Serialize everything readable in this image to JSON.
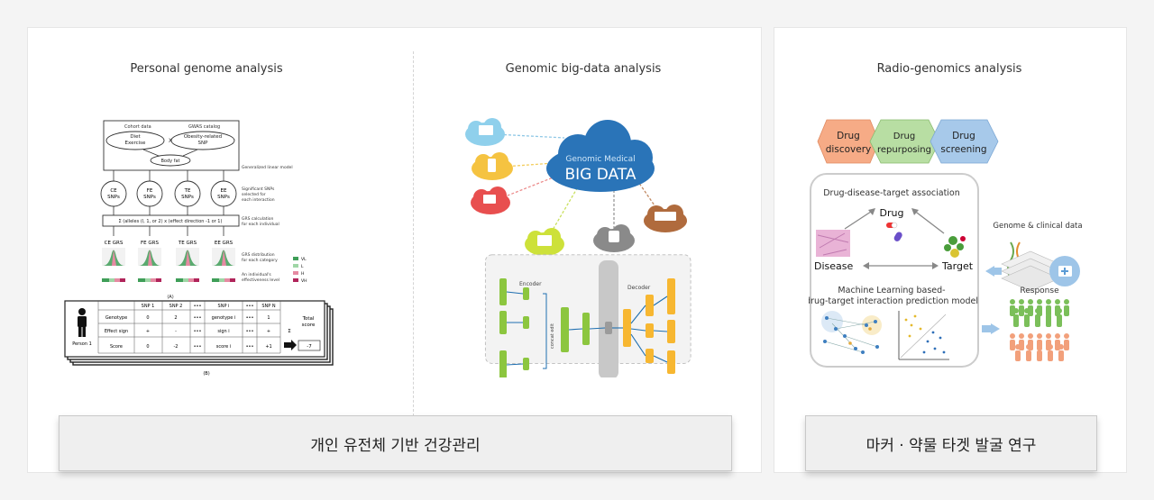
{
  "personal": {
    "title": "Personal genome analysis",
    "cohort_data": "Cohort data",
    "gwas_catalog": "GWAS catalog",
    "diet_exercise": [
      "Diet",
      "Exercise"
    ],
    "obesity_snp": [
      "Obesity-related",
      "SNP"
    ],
    "multiply": "X",
    "body_fat": "Body fat",
    "glm": "Generalized linear model",
    "snp_groups": [
      [
        "CE",
        "SNPs"
      ],
      [
        "FE",
        "SNPs"
      ],
      [
        "TE",
        "SNPs"
      ],
      [
        "EE",
        "SNPs"
      ]
    ],
    "significant_note": [
      "Significant SNPs",
      "selected for",
      "each interaction"
    ],
    "formula": "Σ (alleles (l, 1, or 2) x (effect direction -1 or 1)",
    "grs_calc": [
      "GRS calculation",
      "for each individual"
    ],
    "grs_labels": [
      "CE GRS",
      "FE GRS",
      "TE GRS",
      "EE GRS"
    ],
    "grs_dist": [
      "GRS distribution",
      "for each category"
    ],
    "legend": [
      "VL",
      "L",
      "H",
      "VH"
    ],
    "legend_colors": [
      "#3f9e58",
      "#9fd6a6",
      "#e58aa2",
      "#b0245a"
    ],
    "effectiveness": [
      "An individual's",
      "effectiveness level"
    ],
    "mark_a": "(A)",
    "mark_b": "(B)",
    "table_headers": [
      "",
      "SNP 1",
      "SNP 2",
      "•••",
      "SNP i",
      "•••",
      "SNP N"
    ],
    "table_rows": [
      [
        "Genotype",
        "0",
        "2",
        "•••",
        "genotype i",
        "•••",
        "1"
      ],
      [
        "Effect sign",
        "+",
        "-",
        "•••",
        "sign i",
        "•••",
        "+"
      ],
      [
        "Score",
        "0",
        "-2",
        "•••",
        "score i",
        "•••",
        "+1"
      ]
    ],
    "person": "Person 1",
    "total_score": [
      "Total",
      "score"
    ],
    "sigma": "Σ",
    "total_value": "-7"
  },
  "bigdata": {
    "title": "Genomic big-data analysis",
    "cloud_line1": "Genomic Medical",
    "cloud_line2": "BIG DATA",
    "encoder": "Encoder",
    "decoder": "Decoder",
    "concat": "concat edit"
  },
  "radio": {
    "title": "Radio-genomics analysis",
    "stages": [
      [
        "Drug",
        "discovery"
      ],
      [
        "Drug",
        "repurposing"
      ],
      [
        "Drug",
        "screening"
      ]
    ],
    "stage_colors": [
      "#f6ab86",
      "#b8dea3",
      "#a7c9ea"
    ],
    "association_title": "Drug-disease-target association",
    "drug": "Drug",
    "disease": "Disease",
    "target": "Target",
    "ml_line1": "Machine Learning based-",
    "ml_line2": "drug-target interaction prediction model",
    "genome_clinical": "Genome & clinical data",
    "response": "Response"
  },
  "captions": {
    "left": "개인 유전체 기반 건강관리",
    "right": "마커 · 약물 타겟 발굴 연구"
  }
}
